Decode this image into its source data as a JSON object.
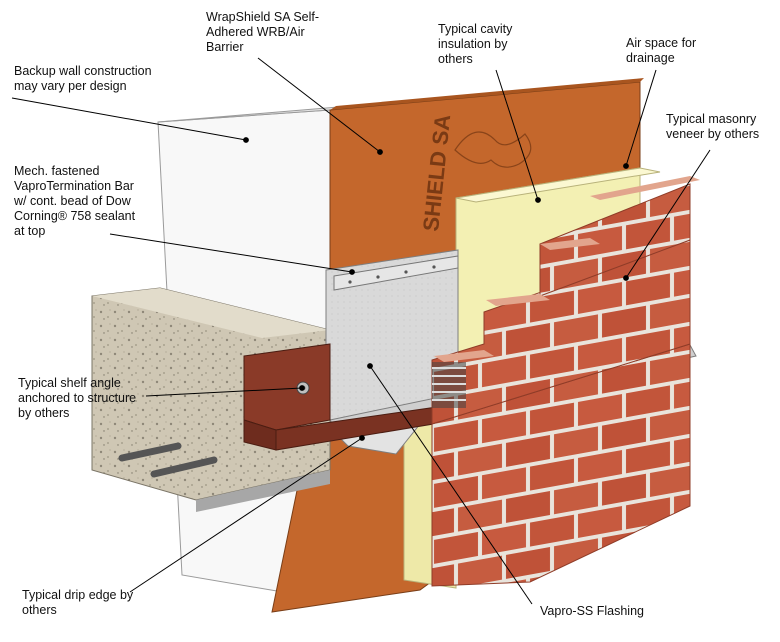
{
  "callouts": {
    "backup_wall": "Backup wall construction\nmay vary  per design",
    "wrapshield": "WrapShield SA Self-\nAdhered WRB/Air\nBarrier",
    "cavity_insulation": "Typical cavity\ninsulation by\nothers",
    "air_space": "Air space for\ndrainage",
    "masonry_veneer": "Typical masonry\nveneer  by others",
    "termination_bar": "Mech. fastened\nVaproTermination  Bar\nw/ cont. bead of Dow\nCorning® 758 sealant\nat top",
    "shelf_angle": "Typical shelf angle\nanchored to structure\nby others",
    "drip_edge": "Typical drip edge by\nothers",
    "flashing": "Vapro-SS Flashing"
  },
  "membrane_print": "SHIELD SA",
  "colors": {
    "membrane": "#c4672c",
    "insulation": "#f3f0b3",
    "brick": "#c75a3f",
    "steel": "#8a3a28",
    "concrete": "#cfc7b4",
    "flashing": "#d6d6d6",
    "leader": "#000000"
  }
}
